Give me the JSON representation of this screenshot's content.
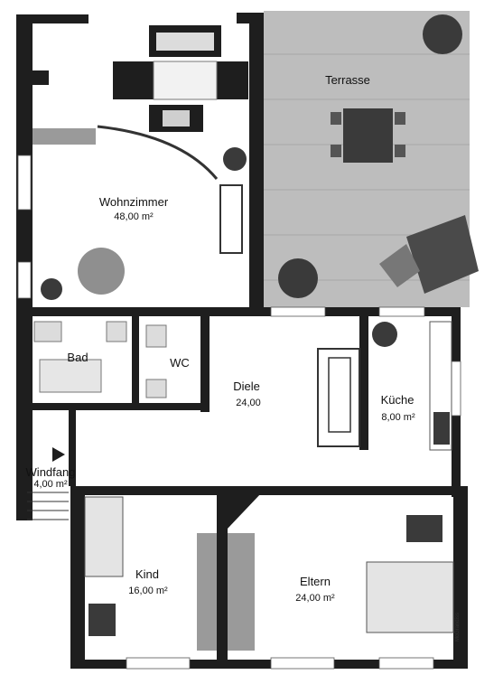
{
  "rooms": {
    "terrasse": {
      "name": "Terrasse"
    },
    "wohnzimmer": {
      "name": "Wohnzimmer",
      "area": "48,00 m²"
    },
    "bad": {
      "name": "Bad"
    },
    "wc": {
      "name": "WC"
    },
    "diele": {
      "name": "Diele",
      "area": "24,00"
    },
    "kueche": {
      "name": "Küche",
      "area": "8,00 m²"
    },
    "windfang": {
      "name": "Windfang",
      "area": "4,00 m²"
    },
    "kind": {
      "name": "Kind",
      "area": "16,00 m²"
    },
    "eltern": {
      "name": "Eltern",
      "area": "24,00 m²"
    }
  },
  "watermark": "McGrandiss",
  "colors": {
    "wall": "#1e1e1e",
    "terrace": "#bdbdbd",
    "floor": "#ffffff",
    "furniture": "#9a9a9a",
    "dark": "#3a3a3a"
  }
}
